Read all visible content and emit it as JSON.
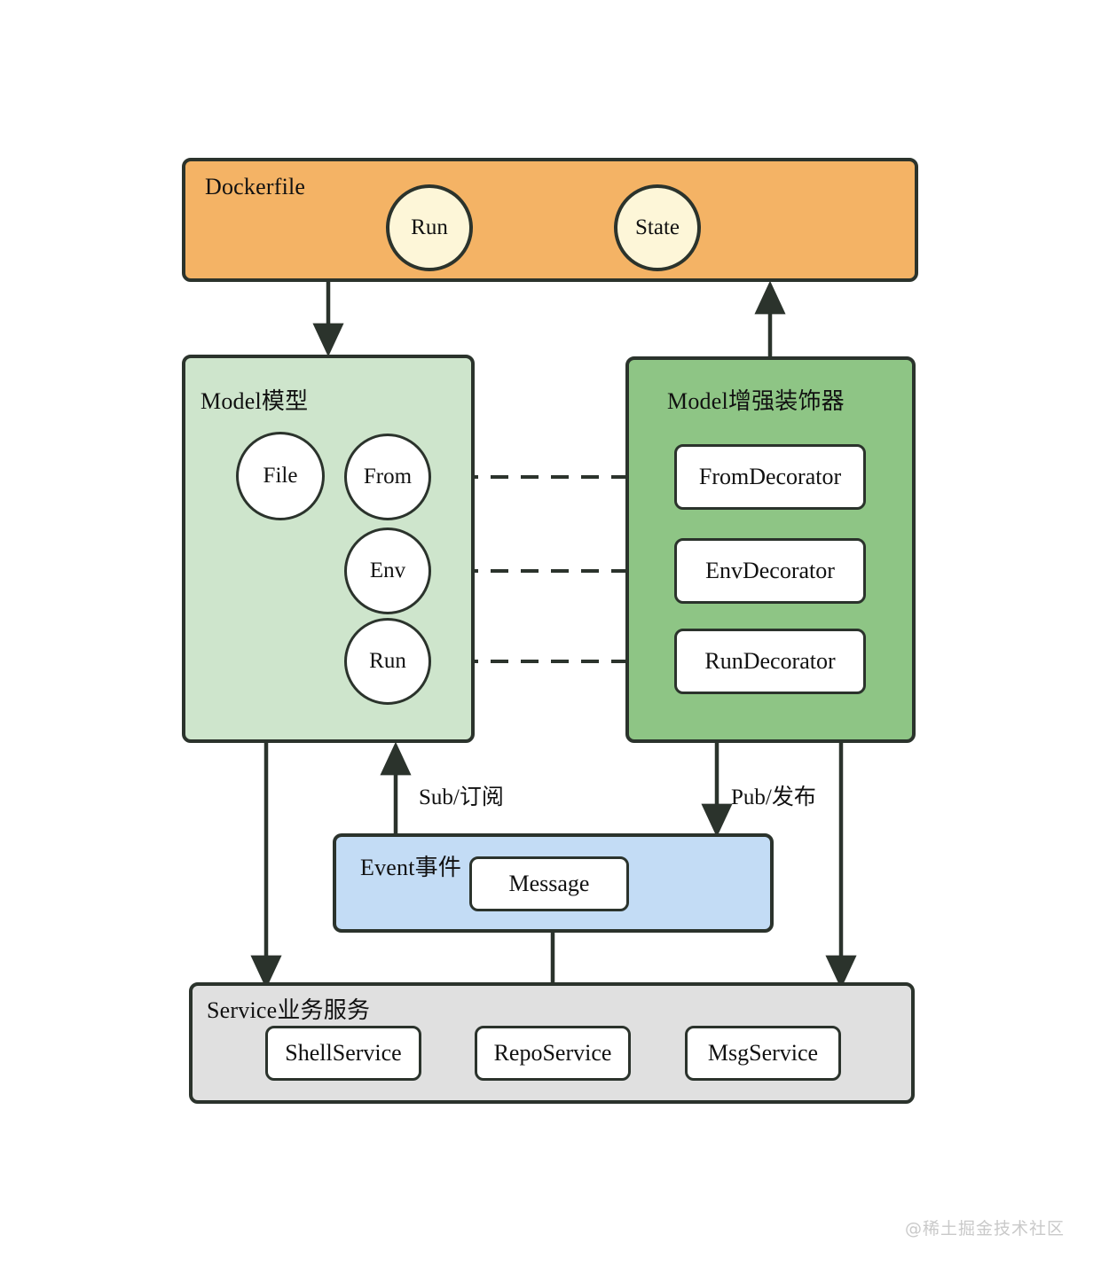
{
  "diagram": {
    "title": "Dockerfile architecture diagram",
    "colors": {
      "orange": "#f4b365",
      "light_green": "#cee5cc",
      "dark_green": "#8ec585",
      "blue": "#c3dcf5",
      "gray": "#e0e0e0",
      "stroke": "#2b332c",
      "ellipse_fill": "#fdf6d8",
      "node_fill": "#ffffff"
    },
    "groups": {
      "dockerfile": {
        "label": "Dockerfile",
        "nodes": [
          {
            "label": "Run",
            "shape": "ellipse"
          },
          {
            "label": "State",
            "shape": "ellipse"
          }
        ]
      },
      "model": {
        "label": "Model模型",
        "nodes": [
          {
            "label": "File",
            "shape": "circle"
          },
          {
            "label": "From",
            "shape": "circle"
          },
          {
            "label": "Env",
            "shape": "circle"
          },
          {
            "label": "Run",
            "shape": "circle"
          }
        ]
      },
      "decorator": {
        "label": "Model增强装饰器",
        "nodes": [
          {
            "label": "FromDecorator",
            "shape": "rect"
          },
          {
            "label": "EnvDecorator",
            "shape": "rect"
          },
          {
            "label": "RunDecorator",
            "shape": "rect"
          }
        ]
      },
      "event": {
        "label": "Event事件",
        "nodes": [
          {
            "label": "Message",
            "shape": "rect"
          }
        ]
      },
      "service": {
        "label": "Service业务服务",
        "nodes": [
          {
            "label": "ShellService",
            "shape": "rect"
          },
          {
            "label": "RepoService",
            "shape": "rect"
          },
          {
            "label": "MsgService",
            "shape": "rect"
          }
        ]
      }
    },
    "edge_labels": {
      "sub": "Sub/订阅",
      "pub": "Pub/发布"
    },
    "edges": [
      {
        "from": "Dockerfile",
        "to": "Model模型",
        "style": "solid-arrow"
      },
      {
        "from": "Model增强装饰器",
        "to": "Dockerfile",
        "style": "solid-arrow"
      },
      {
        "from": "From",
        "to": "FromDecorator",
        "style": "dashed"
      },
      {
        "from": "Env",
        "to": "EnvDecorator",
        "style": "dashed"
      },
      {
        "from": "Run",
        "to": "RunDecorator",
        "style": "dashed"
      },
      {
        "from": "File",
        "to": "From",
        "style": "solid"
      },
      {
        "from": "File",
        "to": "Env",
        "style": "solid"
      },
      {
        "from": "File",
        "to": "Run",
        "style": "solid"
      },
      {
        "from": "Model模型",
        "to": "Service业务服务",
        "style": "solid-arrow"
      },
      {
        "from": "Event事件",
        "to": "Model模型",
        "style": "solid-arrow",
        "label": "Sub/订阅"
      },
      {
        "from": "Model增强装饰器",
        "to": "Event事件",
        "style": "solid-arrow",
        "label": "Pub/发布"
      },
      {
        "from": "Model增强装饰器",
        "to": "Service业务服务",
        "style": "solid-arrow"
      },
      {
        "from": "Event事件",
        "to": "Service业务服务",
        "style": "solid"
      }
    ]
  },
  "watermark": "@稀土掘金技术社区"
}
